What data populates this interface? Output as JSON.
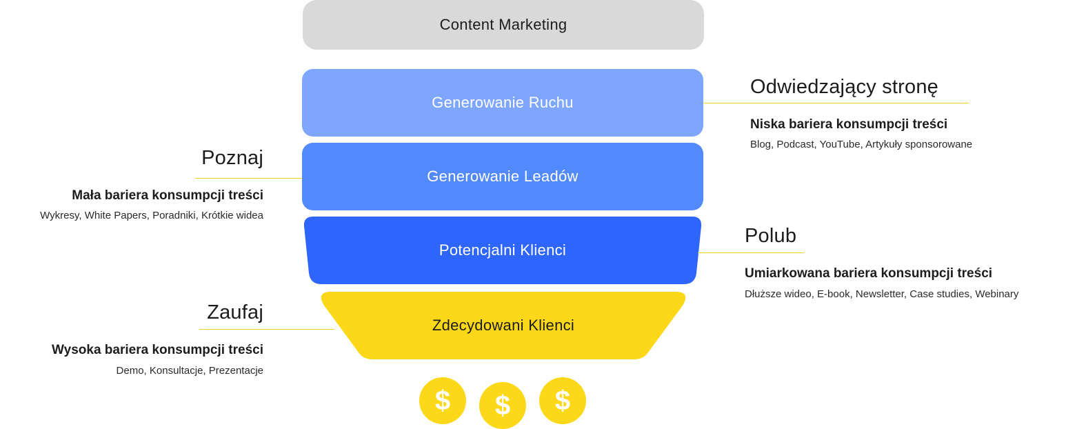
{
  "funnel": {
    "stages": [
      {
        "label": "Content Marketing",
        "color": "#d9d9d9"
      },
      {
        "label": "Generowanie Ruchu",
        "color": "#7fa6fd"
      },
      {
        "label": "Generowanie Leadów",
        "color": "#5289fb"
      },
      {
        "label": "Potencjalni Klienci",
        "color": "#2e66fd"
      },
      {
        "label": "Zdecydowani Klienci",
        "color": "#fcd819"
      }
    ]
  },
  "annotations": {
    "visitors": {
      "heading": "Odwiedzający stronę",
      "subtitle": "Niska bariera konsumpcji treści",
      "detail": "Blog, Podcast, YouTube, Artykuły sponsorowane"
    },
    "know": {
      "heading": "Poznaj",
      "subtitle": "Mała bariera konsumpcji treści",
      "detail": "Wykresy, White Papers, Poradniki, Krótkie widea"
    },
    "like": {
      "heading": "Polub",
      "subtitle": "Umiarkowana bariera konsumpcji treści",
      "detail": "Dłuższe wideo, E-book, Newsletter, Case studies, Webinary"
    },
    "trust": {
      "heading": "Zaufaj",
      "subtitle": "Wysoka bariera konsumpcji treści",
      "detail": "Demo, Konsultacje, Prezentacje"
    }
  },
  "coins": [
    {
      "icon": "dollar-coin-icon",
      "symbol": "$"
    },
    {
      "icon": "dollar-coin-icon",
      "symbol": "$"
    },
    {
      "icon": "dollar-coin-icon",
      "symbol": "$"
    }
  ],
  "connector_color": "#f2d31c"
}
